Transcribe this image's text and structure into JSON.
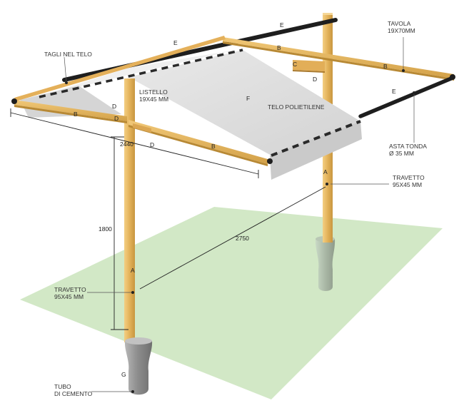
{
  "labels": {
    "tagli_nel_telo": "TAGLI NEL TELO",
    "listello_1": "LISTELLO",
    "listello_2": "19X45 MM",
    "telo": "TELO POLIETILENE",
    "tavola_1": "TAVOLA",
    "tavola_2": "19X70MM",
    "asta_1": "ASTA TONDA",
    "asta_2": "Ø 35 MM",
    "travetto_right_1": "TRAVETTO",
    "travetto_right_2": "95X45 MM",
    "travetto_left_1": "TRAVETTO",
    "travetto_left_2": "95X45 MM",
    "tubo_1": "TUBO",
    "tubo_2": "DI CEMENTO"
  },
  "letters": {
    "a": "A",
    "b": "B",
    "c": "C",
    "d": "D",
    "e": "E",
    "f": "F",
    "g": "G"
  },
  "dimensions": {
    "width": "2440",
    "height": "1800",
    "depth": "2750"
  },
  "colors": {
    "wood": "#e8b860",
    "wood_dark": "#c99a45",
    "wood_edge": "#a87a30",
    "ground": "#cfe6c2",
    "sheet": "#d8d8d8",
    "sheet_front": "#c4c4c4",
    "concrete": "#9a9a9a",
    "rod": "#1f1f1f"
  }
}
